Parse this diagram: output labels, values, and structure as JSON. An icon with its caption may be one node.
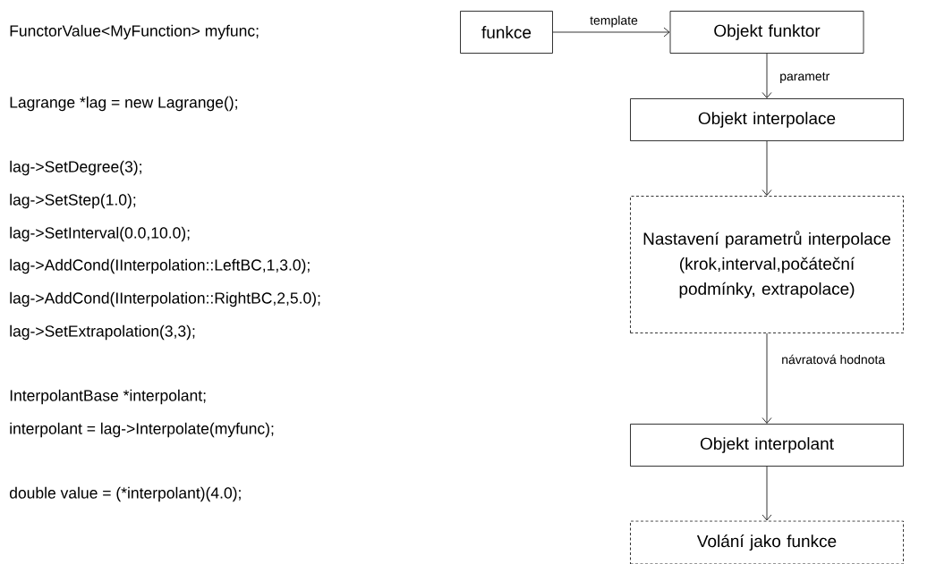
{
  "diagram": {
    "nodes": [
      {
        "text": [
          "funkce"
        ]
      },
      {
        "text": [
          "Objekt funktor"
        ]
      },
      {
        "text": [
          "Objekt interpolace"
        ]
      },
      {
        "text": [
          "Nastavení parametrů interpolace (krok,interval,počáteční podmínky, extrapolace)"
        ]
      },
      {
        "text": [
          "Objekt interpolant"
        ]
      },
      {
        "text": [
          "Volání jako funkce"
        ]
      }
    ],
    "edges": [
      {
        "from": 0,
        "to": 1,
        "arrow": "to",
        "label": "template"
      },
      {
        "from": 1,
        "to": 2,
        "arrow": "to",
        "label": "parametr"
      },
      {
        "from": 2,
        "to": 3,
        "arrow": "to"
      },
      {
        "from": 3,
        "to": 4,
        "arrow": "to",
        "label": "návratová hodnota"
      },
      {
        "from": 4,
        "to": 5,
        "arrow": "to"
      }
    ],
    "labels": [
      "FunctorValue<MyFunction> myfunc;",
      "Lagrange *lag = new Lagrange();",
      "lag->SetDegree(3);",
      "lag->SetStep(1.0);",
      "lag->SetInterval(0.0,10.0);",
      "lag->AddCond(IInterpolation::LeftBC,1,3.0);",
      "lag->AddCond(IInterpolation::RightBC,2,5.0);",
      "lag->SetExtrapolation(3,3);",
      "InterpolantBase *interpolant;",
      "interpolant = lag->Interpolate(myfunc);",
      "double value = (*interpolant)(4.0);"
    ]
  }
}
